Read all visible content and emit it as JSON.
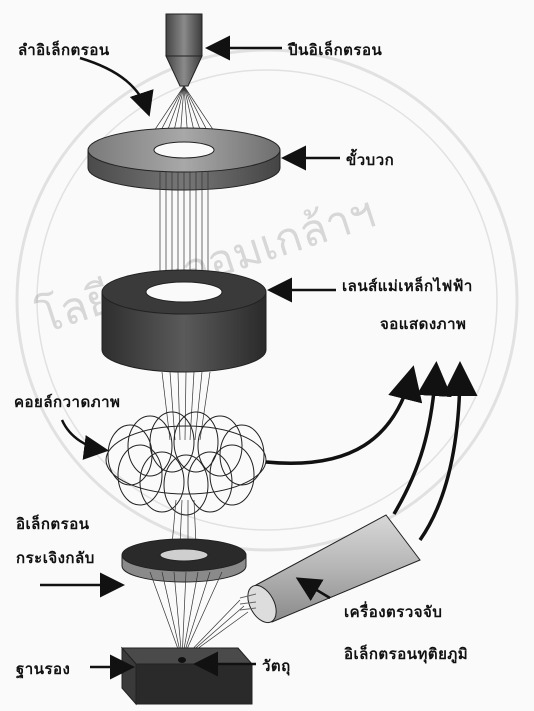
{
  "labels": {
    "electron_beam": "ลำอิเล็กตรอน",
    "electron_gun": "ปืนอิเล็กตรอน",
    "anode": "ขั้วบวก",
    "magnetic_lens": "เลนส์แม่เหล็กไฟฟ้า",
    "display": "จอแสดงภาพ",
    "scan_coil": "คอยล์กวาดภาพ",
    "backscattered_line1": "อิเล็กตรอน",
    "backscattered_line2": "กระเจิงกลับ",
    "secondary_detector_line1": "เครื่องตรวจจับ",
    "secondary_detector_line2": "อิเล็กตรอนทุติยภูมิ",
    "stage": "ฐานรอง",
    "specimen": "วัตถุ"
  },
  "watermark": {
    "arc_text": "โลยีพระจอมเกล้าฯ"
  },
  "colors": {
    "ink": "#111111",
    "component_dark": "#3a3a3a",
    "component_mid": "#6a6a6a",
    "component_light": "#9a9a9a"
  }
}
